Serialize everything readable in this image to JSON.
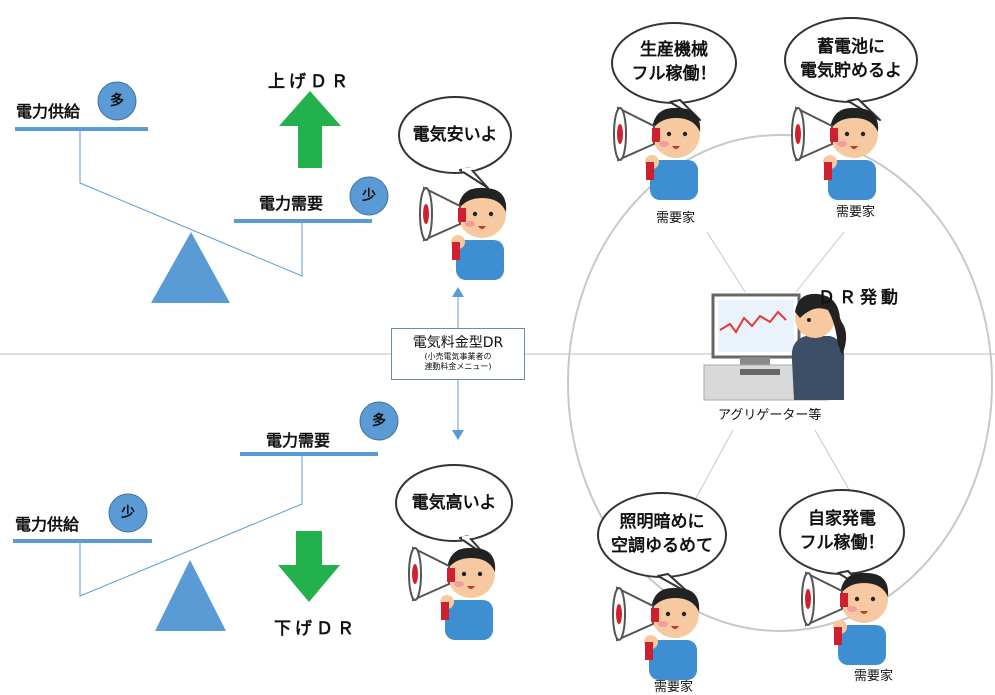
{
  "top_balance": {
    "supply_label": "電力供給",
    "supply_ball": "多",
    "demand_label": "電力需要",
    "demand_ball": "少",
    "arrow_label": "上げＤＲ"
  },
  "bottom_balance": {
    "supply_label": "電力供給",
    "supply_ball": "少",
    "demand_label": "電力需要",
    "demand_ball": "多",
    "arrow_label": "下げＤＲ"
  },
  "center_box": {
    "title": "電気料金型DR",
    "sub1": "(小売電気事業者の",
    "sub2": "連動料金メニュー)"
  },
  "speech": {
    "cheap": "電気安いよ",
    "expensive": "電気高いよ"
  },
  "aggregator": {
    "activate_label": "ＤＲ発動",
    "label": "アグリゲーター等"
  },
  "consumers": [
    {
      "line1": "生産機械",
      "line2": "フル稼働！",
      "label": "需要家"
    },
    {
      "line1": "蓄電池に",
      "line2": "電気貯めるよ",
      "label": "需要家"
    },
    {
      "line1": "照明暗めに",
      "line2": "空調ゆるめて",
      "label": "需要家"
    },
    {
      "line1": "自家発電",
      "line2": "フル稼働！",
      "label": "需要家"
    }
  ],
  "colors": {
    "blue": "#5b9bd5",
    "green": "#22b14c",
    "bubble_fill": "#ffffff",
    "skin": "#f7c9a0",
    "shirt": "#3d8fd1"
  }
}
